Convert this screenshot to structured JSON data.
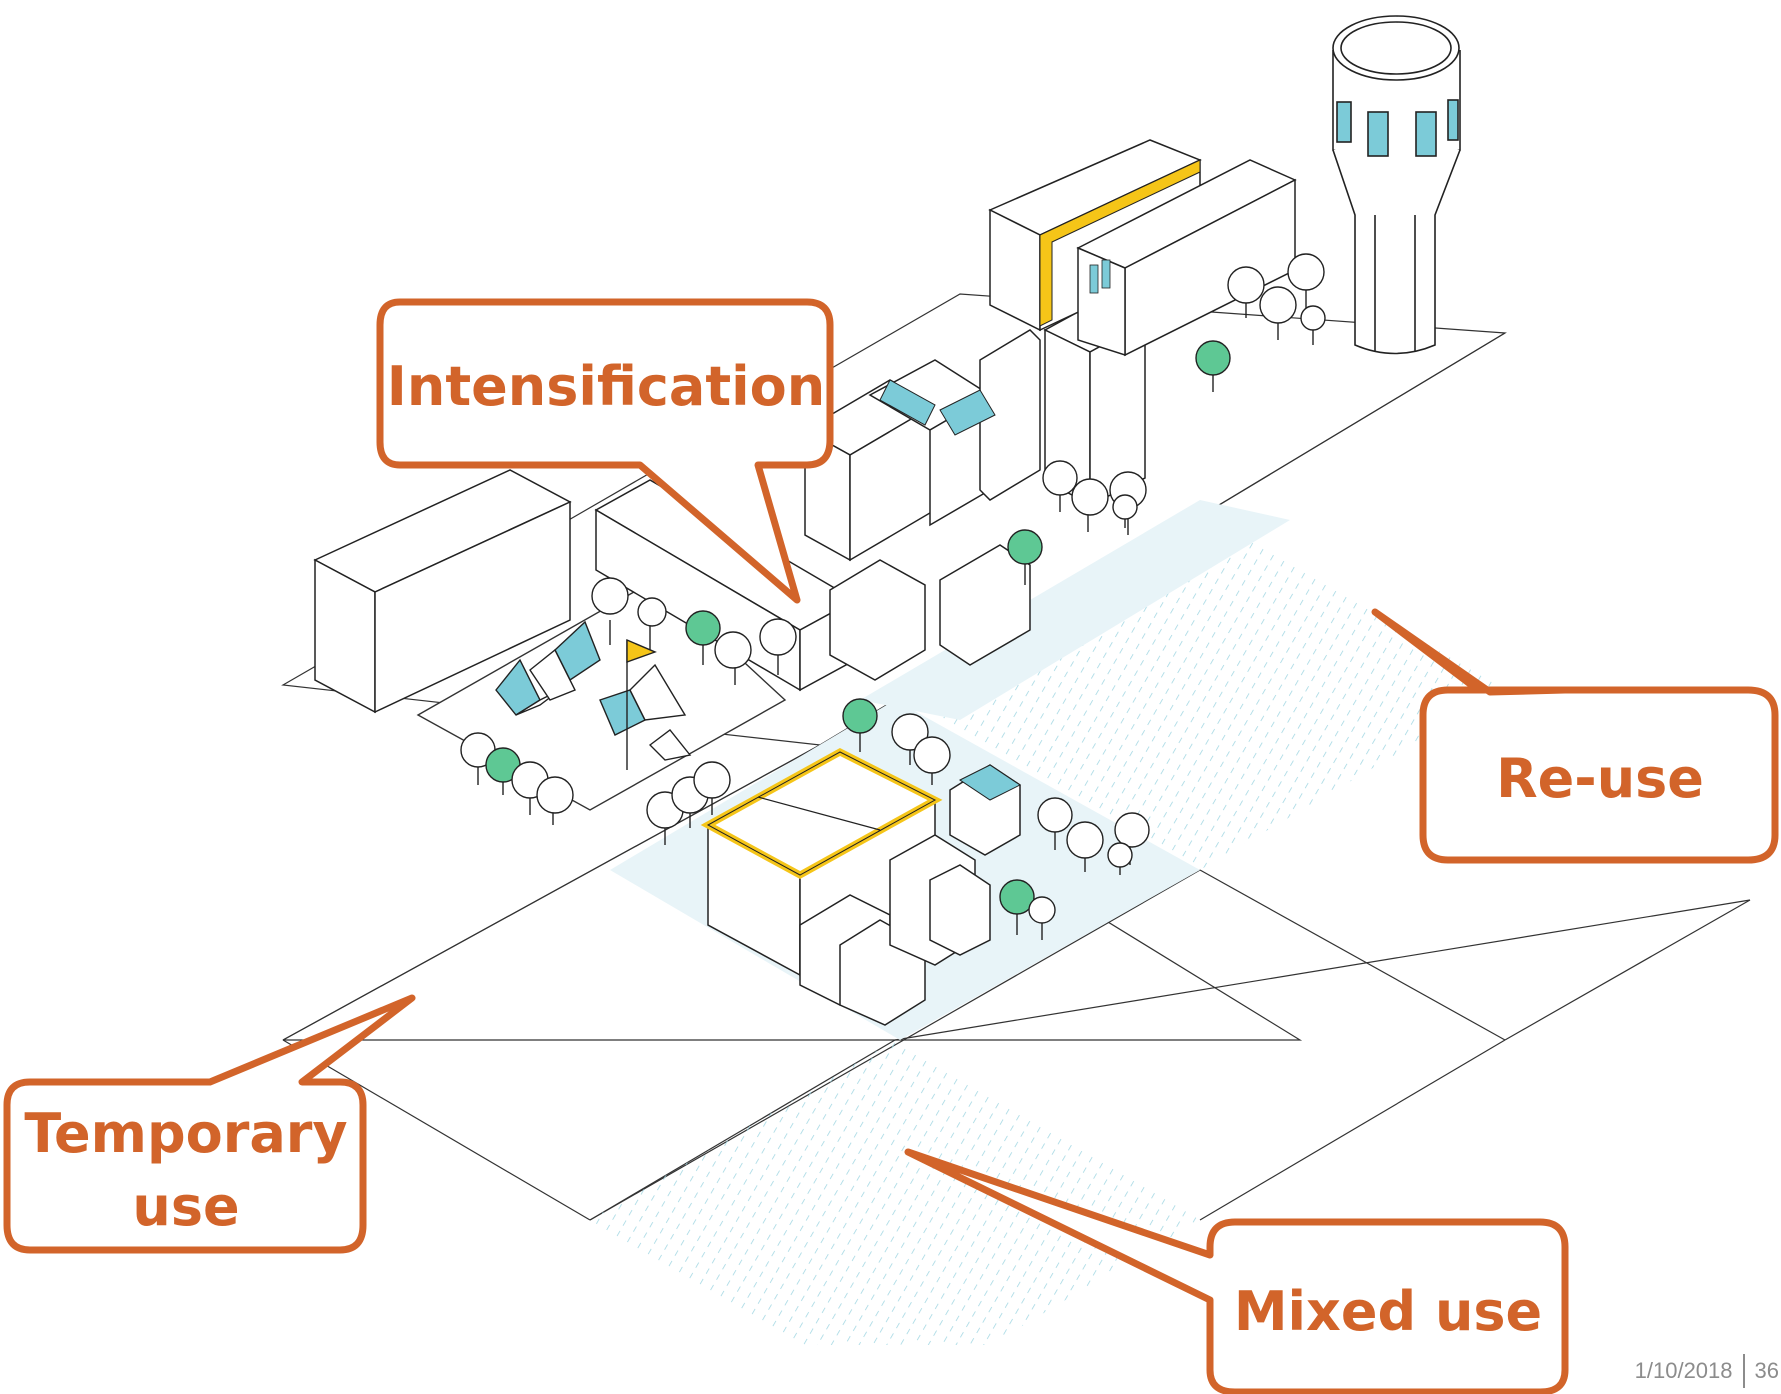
{
  "callouts": {
    "intensification": "Intensification",
    "reuse": "Re-use",
    "temporary_line1": "Temporary",
    "temporary_line2": "use",
    "mixed": "Mixed use"
  },
  "footer": {
    "date": "1/10/2018",
    "page": "36"
  },
  "colors": {
    "callout": "#d2642a",
    "tree_green": "#5ec894",
    "roof_blue": "#7ccbd8",
    "accent_yellow": "#f5c518",
    "plaza_tint": "#e8f4f8",
    "hatch": "#9fd6e2"
  }
}
